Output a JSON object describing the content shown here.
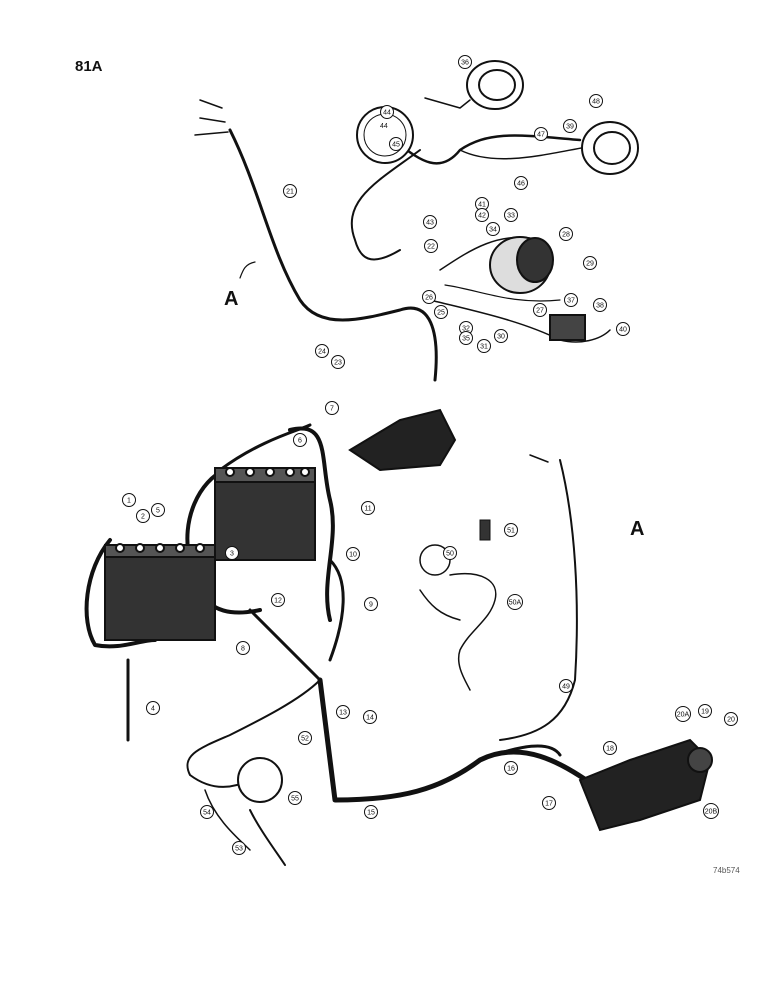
{
  "page_number": "81A",
  "art_code": "74b574",
  "reference_letters": [
    {
      "id": "a-left",
      "text": "A"
    },
    {
      "id": "a-right",
      "text": "A"
    }
  ],
  "callouts": [
    "1",
    "2",
    "3",
    "4",
    "5",
    "6",
    "7",
    "8",
    "9",
    "10",
    "11",
    "12",
    "13",
    "14",
    "15",
    "16",
    "17",
    "18",
    "19",
    "20",
    "20A",
    "20B",
    "21",
    "22",
    "23",
    "24",
    "25",
    "26",
    "27",
    "28",
    "29",
    "30",
    "31",
    "32",
    "33",
    "34",
    "35",
    "36",
    "37",
    "38",
    "39",
    "40",
    "41",
    "42",
    "43",
    "44",
    "45",
    "46",
    "47",
    "48",
    "49",
    "50",
    "50A",
    "51",
    "52",
    "53",
    "54",
    "55"
  ],
  "gauge_text": [
    "44",
    "45"
  ]
}
